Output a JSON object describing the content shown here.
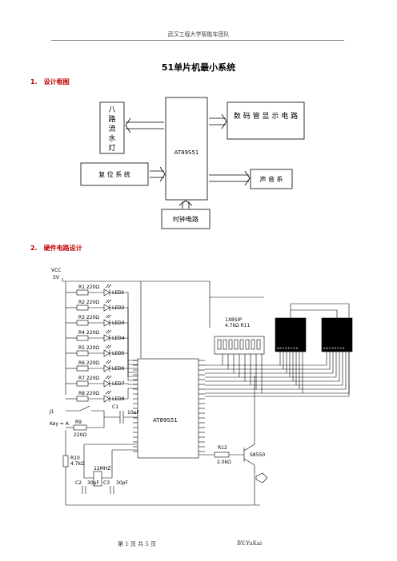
{
  "header": {
    "text": "武汉工程大学智能车团队"
  },
  "doc": {
    "title": "51单片机最小系统"
  },
  "sections": [
    {
      "num": "1.",
      "title": "设计框图"
    },
    {
      "num": "2.",
      "title": "硬件电路设计"
    }
  ],
  "block_diagram": {
    "lights": [
      "八",
      "路",
      "流",
      "水",
      "灯"
    ],
    "mcu": "AT89S51",
    "display": "数 码 管 显 示 电 路",
    "reset": "复 位 系 统",
    "sound": "声 音 系",
    "clock": "时钟电路"
  },
  "schematic": {
    "vcc": "VCC",
    "vcc_value": "5V",
    "resistors": [
      "R1 220Ω",
      "R2 220Ω",
      "R3 220Ω",
      "R4 220Ω",
      "R5 220Ω",
      "R6 220Ω",
      "R7 220Ω",
      "R8 220Ω"
    ],
    "leds": [
      "LED1",
      "LED2",
      "LED3",
      "LED4",
      "LED5",
      "LED6",
      "LED7",
      "LED8"
    ],
    "sip_part": "1X8SIP",
    "sip_value": "4.7kΩ R11",
    "digit_labels": "A B C D E F G H",
    "switch_ref": "J1",
    "switch_label": "Key = A",
    "c1": "C1",
    "c1_value": "10uF",
    "r9": "R9",
    "r9_value": "220Ω",
    "r10": "R10",
    "r10_value": "4.7kΩ",
    "crystal": "12MHZ",
    "c2": "C2",
    "c2_value": "30pF",
    "c3": "C3",
    "c3_value": "30pF",
    "mcu": "AT89S51",
    "r12": "R12",
    "r12_value": "2.0kΩ",
    "transistor": "S8550"
  },
  "footer": {
    "page": "第  1  页  共  5  页",
    "author": "BY:YuKai"
  }
}
